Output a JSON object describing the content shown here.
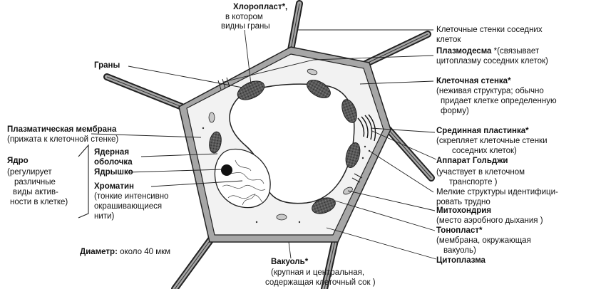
{
  "labels": {
    "chloroplast_title": "Хлоропласт",
    "chloroplast_star": "*,",
    "chloroplast_desc1": "в котором",
    "chloroplast_desc2": "видны граны",
    "grana": "Граны",
    "plasma_membrane_title": "Плазматическая мембрана",
    "plasma_membrane_desc": "(прижата к клеточной стенке)",
    "nucleus_title": "Ядро",
    "nucleus_desc1": "(регулирует",
    "nucleus_desc2": "различные",
    "nucleus_desc3": "виды актив-",
    "nucleus_desc4": "ности в клетке)",
    "nuclear_envelope1": "Ядерная",
    "nuclear_envelope2": "оболочка",
    "nucleolus": "Ядрышко",
    "chromatin_title": "Хроматин",
    "chromatin_desc1": "(тонкие интенсивно",
    "chromatin_desc2": "окрашивающиеся",
    "chromatin_desc3": "нити)",
    "diameter_title": "Диаметр:",
    "diameter_value": "около 40 мкм",
    "vacuole_title": "Вакуоль",
    "vacuole_star": "*",
    "vacuole_desc1": "(крупная и центральная,",
    "vacuole_desc2": "содержащая клеточный сок )",
    "adjacent_walls1": "Клеточные стенки соседних",
    "adjacent_walls2": "клеток",
    "plasmodesma_title": "Плазмодесма",
    "plasmodesma_desc1": "*(связывает",
    "plasmodesma_desc2": "цитоплазму соседних клеток)",
    "cell_wall_title": "Клеточная стенка",
    "cell_wall_star": "*",
    "cell_wall_desc1": "(неживая структура; обычно",
    "cell_wall_desc2": "придает клетке определенную",
    "cell_wall_desc3": "форму)",
    "middle_lamella_title": "Срединная пластинка",
    "middle_lamella_star": "*",
    "middle_lamella_desc1": "(скрепляет клеточные стенки",
    "middle_lamella_desc2": "соседних клеток)",
    "golgi_title": "Аппарат Гольджи",
    "golgi_desc1": "(участвует в клеточном",
    "golgi_desc2": "транспорте )",
    "small_structures1": "Мелкие структуры идентифици-",
    "small_structures2": "ровать трудно",
    "mitochondrion_title": "Митохондрия",
    "mitochondrion_desc": "(место аэробного дыхания )",
    "tonoplast_title": "Тонопласт",
    "tonoplast_star": "*",
    "tonoplast_desc1": "(мембрана, окружающая",
    "tonoplast_desc2": "вакуоль)",
    "cytoplasm": "Цитоплазма"
  },
  "colors": {
    "wall_fill": "#a6a6a6",
    "cytoplasm_fill": "#f2f2f2",
    "vacuole_fill": "#ffffff",
    "organelle_fill": "#5a5a5a",
    "line": "#222222"
  }
}
